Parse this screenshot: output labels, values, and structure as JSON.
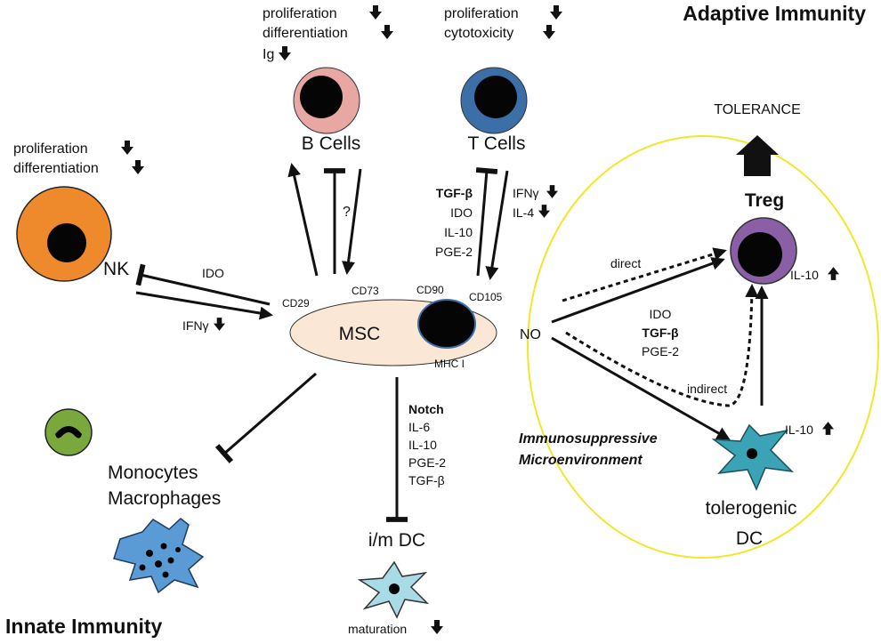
{
  "sections": {
    "adaptive": "Adaptive Immunity",
    "innate": "Innate Immunity",
    "tolerance": "TOLERANCE",
    "microenvironment": [
      "Immunosuppressive",
      "Microenvironment"
    ]
  },
  "center": {
    "label": "MSC",
    "markers": {
      "cd29": "CD29",
      "cd73": "CD73",
      "cd90": "CD90",
      "cd105": "CD105",
      "mhc": "MHC I"
    },
    "no_label": "NO"
  },
  "cells": {
    "b": {
      "label": "B Cells",
      "effects": [
        "proliferation",
        "differentiation",
        "Ig"
      ],
      "color": "#e8a7a3"
    },
    "t": {
      "label": "T Cells",
      "effects": [
        "proliferation",
        "cytotoxicity"
      ],
      "color": "#3c6fa8"
    },
    "nk": {
      "label": "NK",
      "effects": [
        "proliferation",
        "differentiation"
      ],
      "color": "#ef8a2c"
    },
    "monocytes": {
      "lines": [
        "Monocytes",
        "Macrophages"
      ],
      "color": "#7aa83c",
      "macrophage_color": "#5b9bd5"
    },
    "idc": {
      "label": "i/m DC",
      "effect": "maturation",
      "color": "#a9dbe6"
    },
    "treg": {
      "label": "Treg",
      "il10": "IL-10",
      "color": "#8a5fa6"
    },
    "tdc": {
      "lines": [
        "tolerogenic",
        "DC"
      ],
      "il10": "IL-10",
      "color": "#3aa3b5"
    }
  },
  "mediators": {
    "b_question": "?",
    "t_to_msc": [
      "TGF-β",
      "IDO",
      "IL-10",
      "PGE-2"
    ],
    "t_from_msc": [
      "IFNγ",
      "IL-4"
    ],
    "nk_inhibit": "IDO",
    "nk_to_msc": "IFNγ",
    "dc": [
      "Notch",
      "IL-6",
      "IL-10",
      "PGE-2",
      "TGF-β"
    ],
    "treg": [
      "IDO",
      "TGF-β",
      "PGE-2"
    ],
    "direct": "direct",
    "indirect": "indirect"
  },
  "colors": {
    "msc_fill": "#fbe7d6",
    "nucleus": "#050505",
    "microenv_circle": "#f2e62a",
    "line": "#111111"
  }
}
